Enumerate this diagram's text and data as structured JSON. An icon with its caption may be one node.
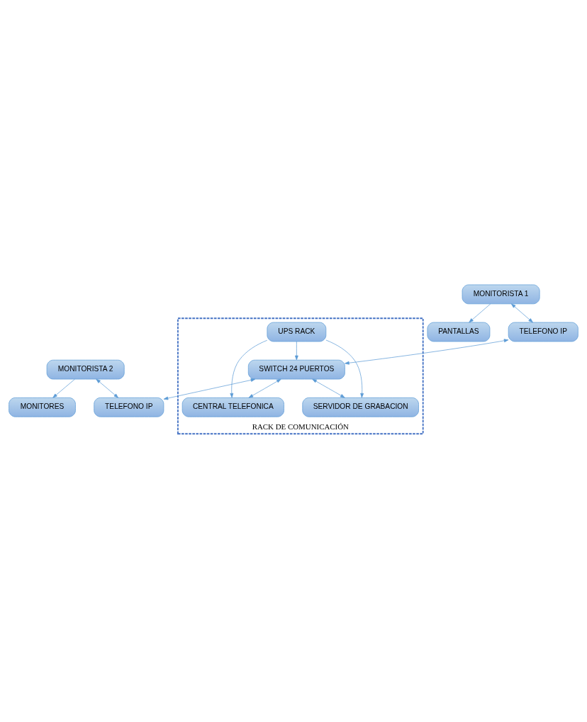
{
  "diagram": {
    "nodes": [
      {
        "text": [
          "RACK DE COMUNICACIÓN"
        ]
      },
      {
        "text": [
          "PANTALLAS"
        ]
      },
      {
        "text": [
          "MONITORISTA 1"
        ]
      },
      {
        "text": [
          "TELEFONO IP"
        ]
      },
      {
        "text": [
          "MONITORES"
        ]
      },
      {
        "text": [
          "MONITORISTA 2"
        ]
      },
      {
        "text": [
          "TELEFONO IP"
        ]
      },
      {
        "text": [
          "SWITCH 24 PUERTOS"
        ],
        "in": 0
      },
      {
        "text": [
          "CENTRAL TELEFONICA"
        ],
        "in": 0
      },
      {
        "text": [
          "UPS RACK"
        ],
        "in": 0
      },
      {
        "text": [
          "SERVIDOR DE GRABACION"
        ],
        "in": 0
      }
    ],
    "edges": [
      {
        "from": 2,
        "to": 1,
        "arrow": "to"
      },
      {
        "from": 2,
        "to": 3,
        "arrow": "both"
      },
      {
        "from": 5,
        "to": 4,
        "arrow": "to"
      },
      {
        "from": 5,
        "to": 6,
        "arrow": "both"
      },
      {
        "from": 3,
        "to": 7,
        "arrow": "both"
      },
      {
        "from": 7,
        "to": 6,
        "arrow": "both"
      },
      {
        "from": 7,
        "to": 8,
        "arrow": "both"
      },
      {
        "from": 9,
        "to": 7,
        "arrow": "to"
      },
      {
        "from": 9,
        "to": 8,
        "arrow": "to"
      },
      {
        "from": 9,
        "to": 10,
        "arrow": "to"
      },
      {
        "from": 7,
        "to": 10,
        "arrow": "both"
      }
    ]
  }
}
